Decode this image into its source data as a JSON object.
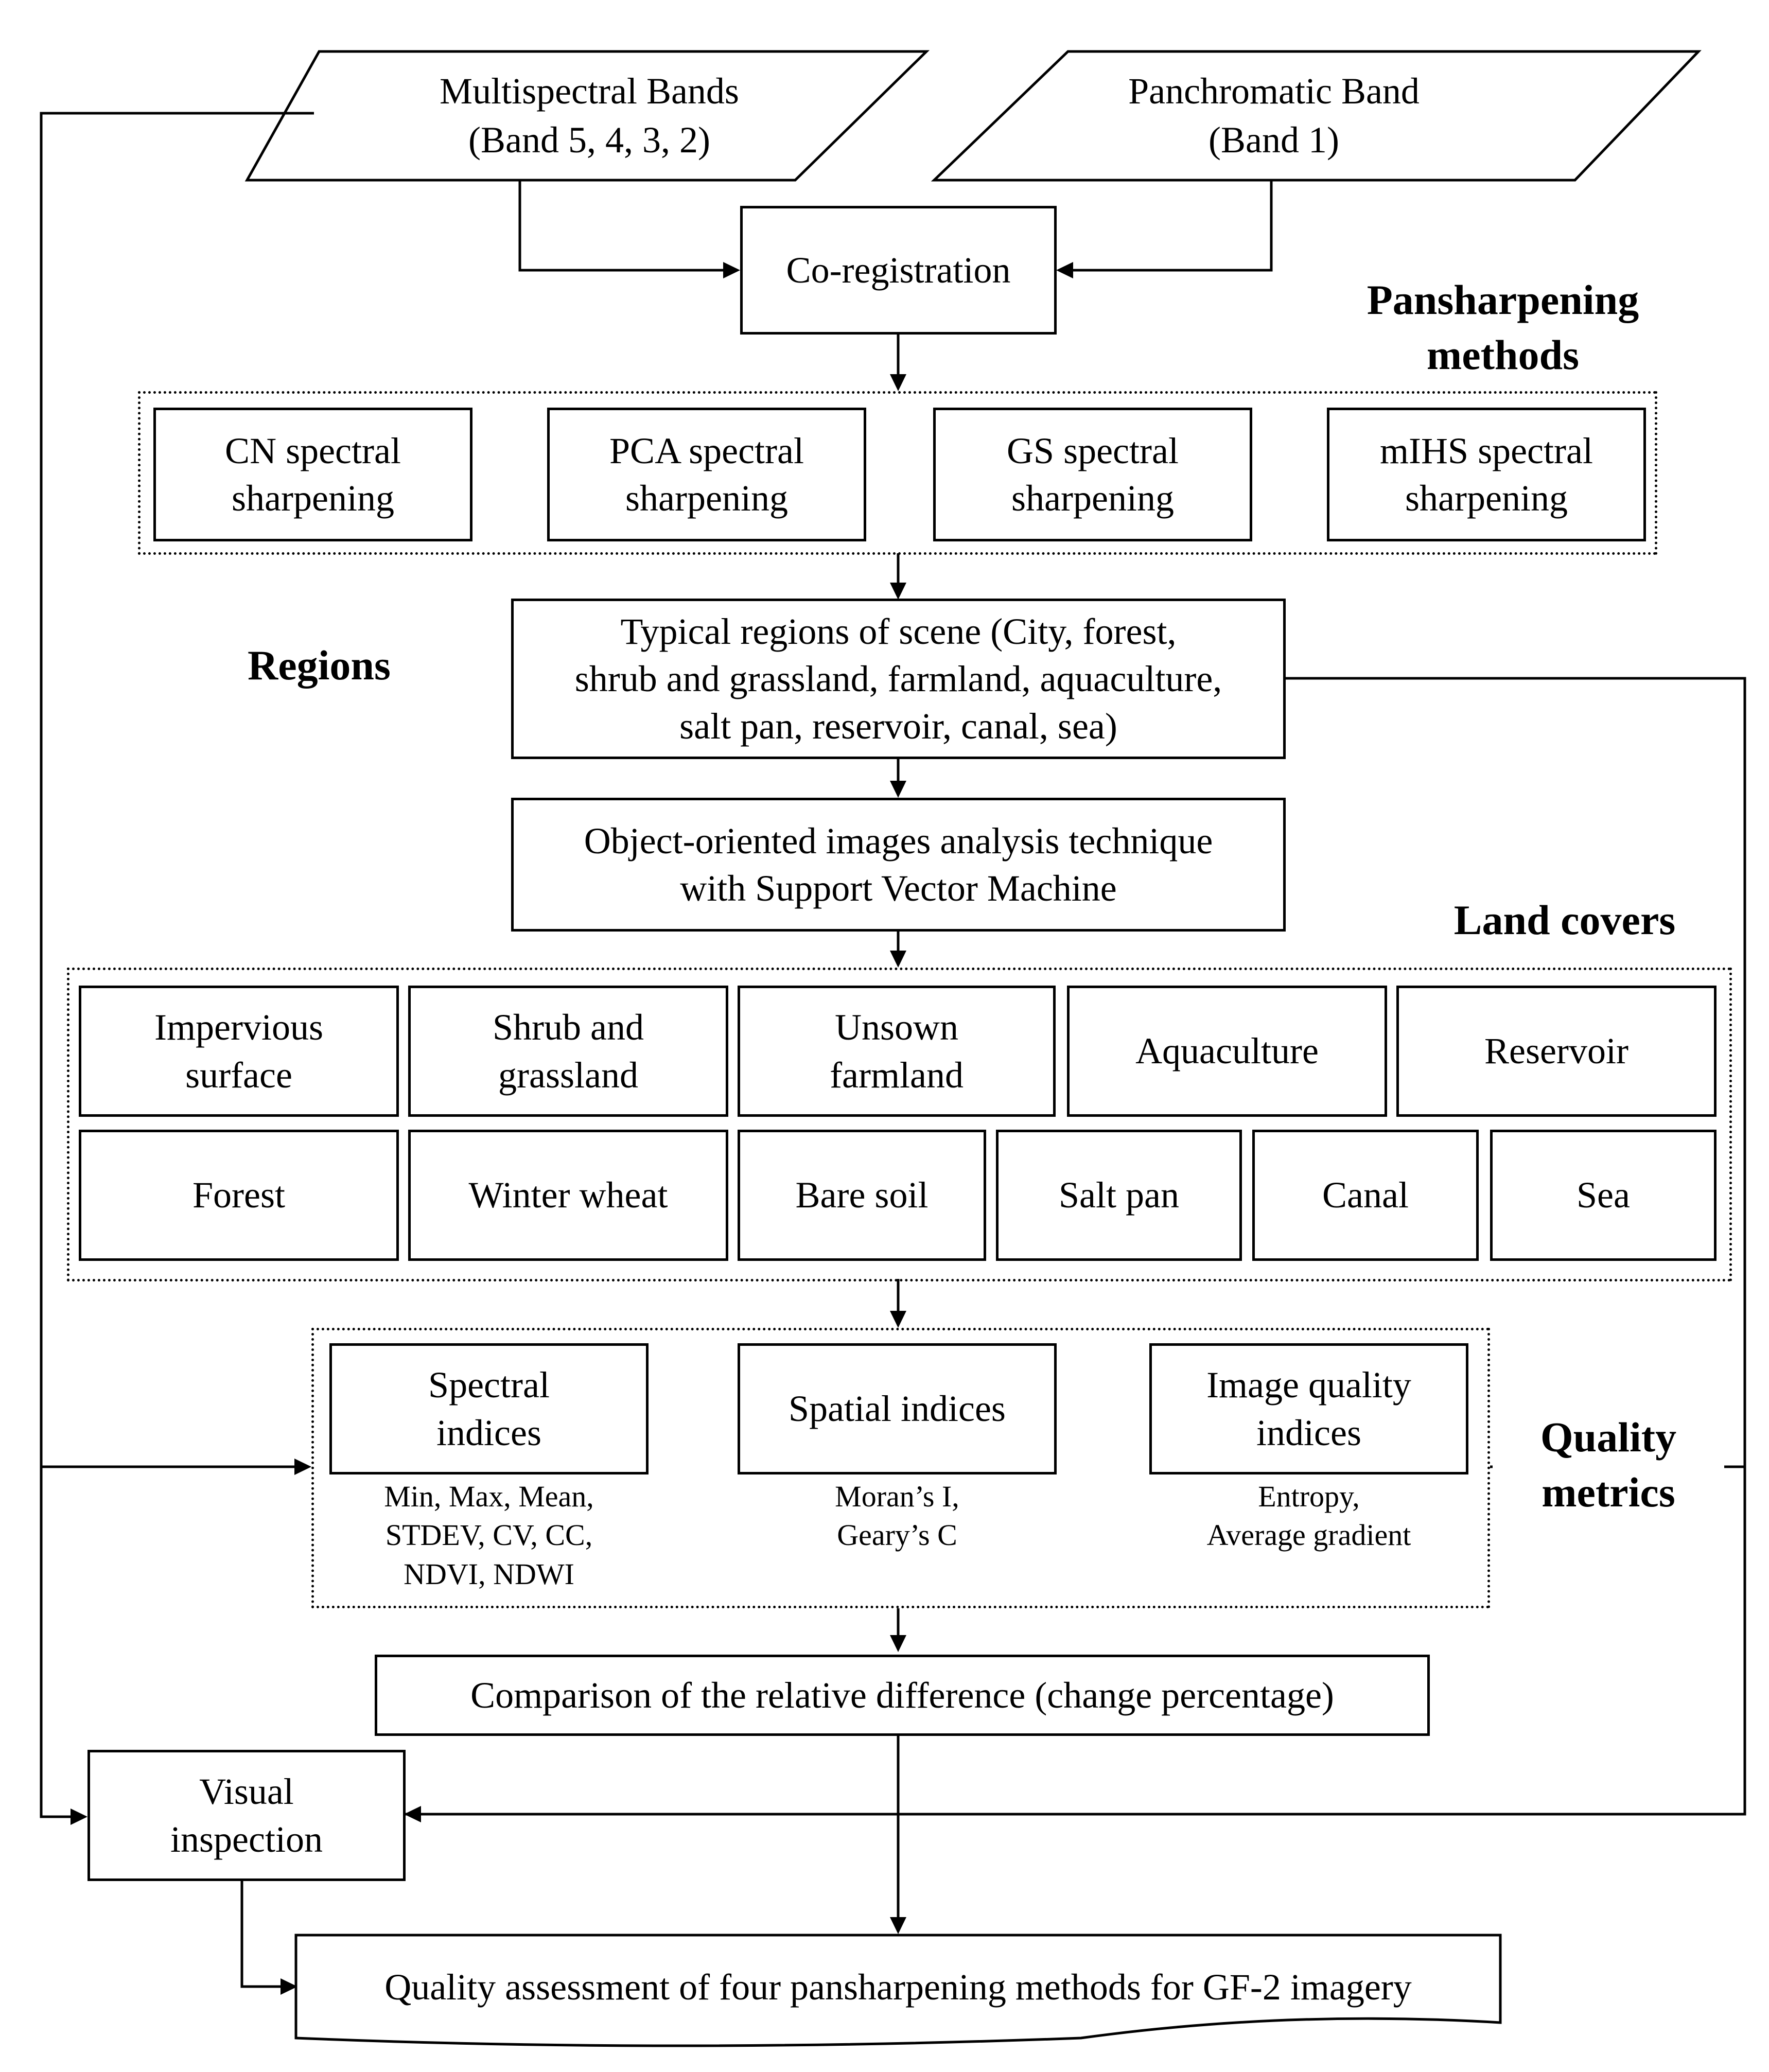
{
  "inputs": {
    "multispectral": "Multispectral  Bands\n(Band 5, 4, 3, 2)",
    "panchromatic": "Panchromatic  Band\n(Band 1)"
  },
  "coregistration": "Co-registration",
  "headings": {
    "pansharpening": "Pansharpening\nmethods",
    "regions": "Regions",
    "land_covers": "Land covers",
    "quality_metrics": "Quality\nmetrics"
  },
  "methods": [
    "CN  spectral\nsharpening",
    "PCA  spectral\nsharpening",
    "GS  spectral\nsharpening",
    "mIHS  spectral\nsharpening"
  ],
  "typical_regions": "Typical regions of scene (City,  forest,\nshrub and grassland, farmland, aquaculture,\nsalt pan, reservoir, canal, sea)",
  "object_oriented": "Object-oriented images analysis technique\nwith Support Vector  Machine",
  "land_covers_row1": [
    "Impervious\nsurface",
    "Shrub and\ngrassland",
    "Unsown\nfarmland",
    "Aquaculture",
    "Reservoir"
  ],
  "land_covers_row2": [
    "Forest",
    "Winter wheat",
    "Bare  soil",
    "Salt pan",
    "Canal",
    "Sea"
  ],
  "indices": [
    {
      "label": "Spectral\nindices",
      "detail": "Min, Max, Mean,\nSTDEV, CV, CC,\nNDVI, NDWI"
    },
    {
      "label": "Spatial indices",
      "detail": "Moran’s I,\nGeary’s C"
    },
    {
      "label": "Image  quality\nindices",
      "detail": "Entropy,\nAverage gradient"
    }
  ],
  "comparison": "Comparison of the relative  difference  (change percentage)",
  "visual_inspection": "Visual\ninspection",
  "final": "Quality  assessment of four  pansharpening methods for GF-2  imagery"
}
